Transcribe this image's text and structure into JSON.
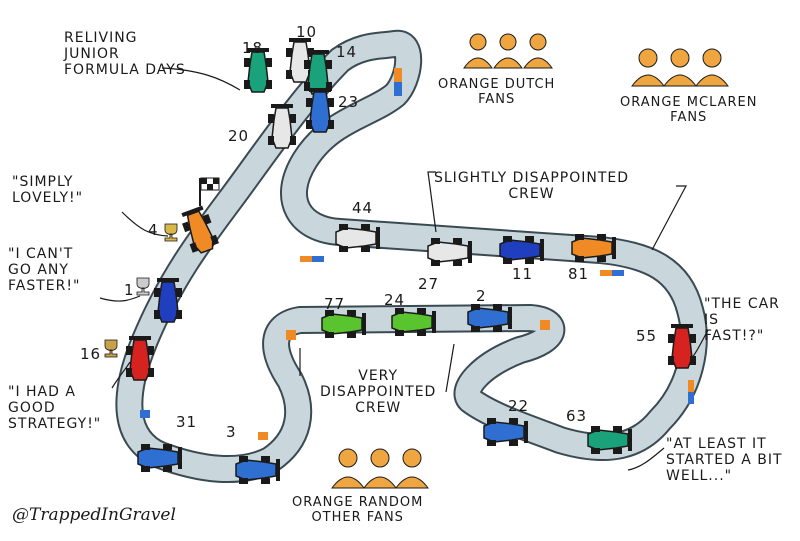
{
  "colors": {
    "track": "#c9d7dd",
    "track_edge": "#3a4a52",
    "kerb_orange": "#f08a24",
    "kerb_blue": "#2f6fd1",
    "kerb_white": "#ffffff",
    "fan_orange": "#f0a640",
    "ink": "#1a1a1a",
    "trophy": "#d9b84a"
  },
  "title_note": "RELIVING\nJUNIOR\nFORMULA DAYS",
  "signature": "@TrappedInGravel",
  "fans": [
    {
      "label": "ORANGE DUTCH\nFANS"
    },
    {
      "label": "ORANGE MCLAREN\nFANS"
    },
    {
      "label": "ORANGE RANDOM\nOTHER FANS"
    }
  ],
  "crew_notes": {
    "slightly": "SLIGHTLY DISAPPOINTED\nCREW",
    "very": "VERY\nDISAPPOINTED\nCREW"
  },
  "quotes": [
    {
      "text": "\"SIMPLY\nLOVELY!\""
    },
    {
      "text": "\"I CAN'T\nGO ANY\nFASTER!\""
    },
    {
      "text": "\"I HAD A\nGOOD\nSTRATEGY!\""
    },
    {
      "text": "\"THE CAR\nIS\nFAST!?\""
    },
    {
      "text": "\"AT LEAST IT\nSTARTED A BIT\nWELL...\""
    }
  ],
  "cars": [
    {
      "number": "18",
      "color": "#1aa37a"
    },
    {
      "number": "10",
      "color": "#e7e7e7"
    },
    {
      "number": "14",
      "color": "#1aa37a"
    },
    {
      "number": "23",
      "color": "#2f6fd1"
    },
    {
      "number": "20",
      "color": "#e7e7e7"
    },
    {
      "number": "4",
      "color": "#f08a24"
    },
    {
      "number": "1",
      "color": "#1f3fbf"
    },
    {
      "number": "16",
      "color": "#d6231f"
    },
    {
      "number": "31",
      "color": "#2f6fd1"
    },
    {
      "number": "3",
      "color": "#2f6fd1"
    },
    {
      "number": "44",
      "color": "#e7e7e7"
    },
    {
      "number": "27",
      "color": "#e7e7e7"
    },
    {
      "number": "11",
      "color": "#1f3fbf"
    },
    {
      "number": "81",
      "color": "#f08a24"
    },
    {
      "number": "77",
      "color": "#5ac42e"
    },
    {
      "number": "24",
      "color": "#5ac42e"
    },
    {
      "number": "2",
      "color": "#2f6fd1"
    },
    {
      "number": "55",
      "color": "#d6231f"
    },
    {
      "number": "22",
      "color": "#2f6fd1"
    },
    {
      "number": "63",
      "color": "#1aa37a"
    }
  ]
}
